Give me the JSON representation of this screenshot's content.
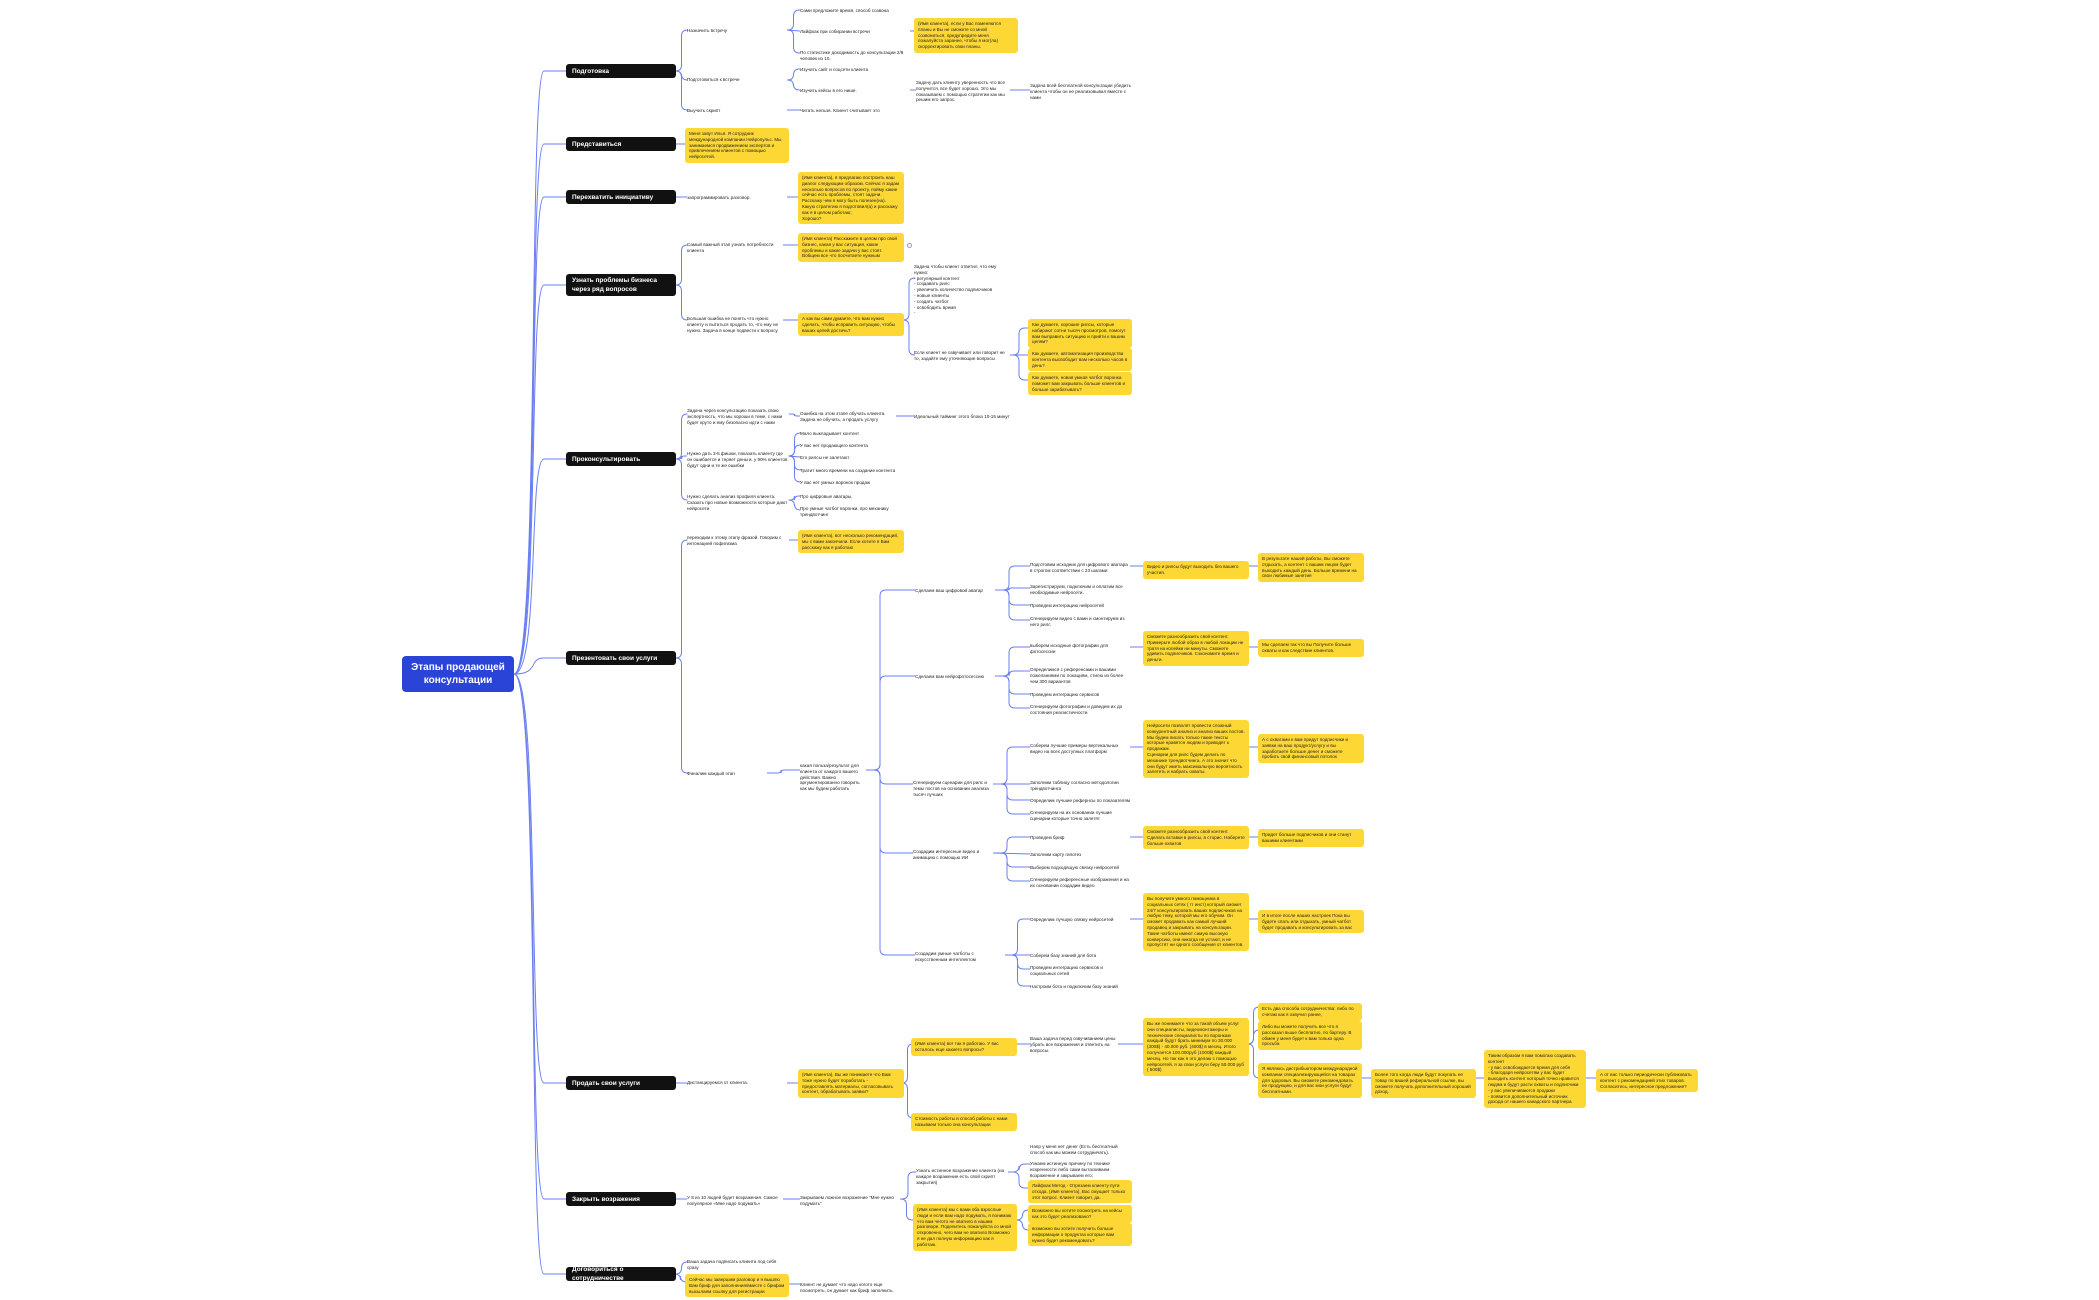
{
  "root": {
    "label": "Этапы продающей консультации"
  },
  "colors": {
    "root": "#2b44d8",
    "topic": "#111111",
    "note": "#fdd835",
    "edge": "#6b7ff0"
  },
  "topics": [
    {
      "label": "Подготовка"
    },
    {
      "label": "Представиться"
    },
    {
      "label": "Перехватить инициативу"
    },
    {
      "label": "Узнать проблемы бизнеса через ряд вопросов"
    },
    {
      "label": "Проконсультировать"
    },
    {
      "label": "Презентовать свои услуги"
    },
    {
      "label": "Продать свои услуги"
    },
    {
      "label": "Закрыть возражения"
    },
    {
      "label": "Договориться о сотрудничестве"
    }
  ],
  "nodes": {
    "p1": "Назначить встречу",
    "p2": "Подготовиться к встрече",
    "p3": "Выучить скрипт",
    "p1a": "Сами предложите время, способ созвона",
    "p1b": "Лайфхак при собирании встречи",
    "p1c": "По статистике доходимость до консультации 2/8 человек из 10.",
    "p1b_note": "(Имя клиента), если у Вас поменяются планы и Вы не сможете со мной созвониться, предупредите меня пожалуйста заранее, чтобы я мог(ла) скорректировать свои планы.",
    "p2a": "Изучить сайт и соцсети клиента",
    "p2b": "Изучить кейсы в его нише.",
    "p2b1": "Задачу дать клиенту уверенность что все получится, все будет хорошо. Это мы показываем с помощью стратегии как мы решим его запрос.",
    "p2b2": "Задача всей бесплатной консультации убедить клиента чтобы он ее реализовывал вместе с нами",
    "p3a": "Читать нельзя. Клиент считывает это",
    "intro_note": "Меня зовут Илья. Я сотрудник международной компании Нейропульс. Мы занимаемся продвижением экспертов и привлечением клиентов с помощью нейросетей.",
    "ini1": "запрограммировать разговор.",
    "ini_note": "(Имя клиента), я предлагаю построить наш диалог следующим образом. Сейчас я задам несколько вопросов по проекту, пойму какие сейчас есть проблемы, стоят задачи. Расскажу чем я могу быть полезен(на). Какую стратегию я подготовил(а) и расскажу как я в целом работаю;\nХорошо?",
    "pr1": "Самый важный этап узнать потребности клиента",
    "pr1_note": "(Имя клиента) Расскажите в целом про свой бизнес, какая у вас ситуация, какие проблемы и какие задачи у вас стоят. Вобщем все что посчитаете нужным",
    "pr2": "Большая ошибка не понять что нужно клиенту и пытаться продать то, что ему не нужно. Задача в конце подвести к вопросу",
    "pr2_note": "А как вы сами думаете, что вам нужно сделать, чтобы исправить ситуацию, чтобы ваших целей достичь?",
    "pr2a": "Задача чтобы клиент ответил, что ему нужно:\n- регулярный контент\n- создавать рилс\n- увеличить количество подписчиков\n- новые клиенты\n- создать чатбот\n- освободить время\n-",
    "pr2b": "Если клиент не озвучивает или говорит не то, задайте ему уточняющие вопросы",
    "pr2b1": "Как думаете, хорошие рилсы, которые набирают сотни тысяч просмотров, помогут вам выправить ситуацию и прийти к вашим целям?",
    "pr2b2": "Как думаете, автоматизация производства контента высвободит вам несколько часов в день?",
    "pr2b3": "Как думаете, новая умная чатбот воронка поможет вам закрывать больше клиентов и больше зарабатывать?",
    "c1": "Задача через консультацию показать свою экспертность, что мы хороши в теме, с нами будет круто и ему безопасно идти с нами",
    "c1a": "Ошибка на этом этапе обучать клиента. Задача не обучить, а продать услугу",
    "c1a1": "Идеальный тайминг этого блока 10-15 минут",
    "c2": "Нужно дать 3-5 фишки, показать клиенту где он ошибается и теряет деньги. у 90% клиентов будут одни и те же ошибки",
    "c2a": "Мало выкладывает контент",
    "c2b": "У вас нет продающего контента",
    "c2c": "Его рилсы не залетают",
    "c2d": "Тратит много времени на создание контента",
    "c2e": "У вас нет умных воронок продаж",
    "c3": "Нужно сделать анализ профиля клиента. Сказать про новые возможности которые дают нейросети",
    "c3a": "Про цифровые аватары,",
    "c3b": "Про умные чатбот воронки, про механику трендвотчинг",
    "s1": "переходим к этому этапу фразой. Говорим с интонацией пофигизма",
    "s1_note": "(Имя клиента), вот несколько рекомендаций, мы с вами закончили. Если хотите я Вам расскажу как я работаю",
    "s2": "Финалим каждый этап",
    "s2a": "какая польза/результат для клиента от каждого вашего действия. Важно аргументированно говорить как мы будем работать",
    "sv1": "Сделаем ваш цифровой аватар",
    "sv1a": "Подготовим исходник для цифрового аватара в строгом соответствии с 23 шагами",
    "sv1b": "Зарегистрируем, подключим и оплатим все необходимые нейросети.",
    "sv1c": "Проведем интеграцию нейросетей",
    "sv1d": "Сгенерируем видео с вами и смонтируем из него рилс",
    "sv1_note": "Видео и рилсы будут выходить без вашего участия.",
    "sv1_note2": "В результате нашей работы, Вы сможете отдыхать, а контент с вашим лицом будет выходить каждый день. Больше времени на свои любимые занятия",
    "sv2": "Сделаем вам нейрофотосессию",
    "sv2a": "выберем исходные фотографии для фотосессии",
    "sv2b": "Определимся с референсами и вашими пожеланиями по локациям, стилю из более чем 300 вариантов",
    "sv2c": "Проведем интеграцию сервисов",
    "sv2d": "Сгенерируем фотографии и доведем их до состояния реалистичности",
    "sv2_note": "Сможете разнообразить свой контент. Примерьте любой образ в любой локации не тратя на копейки ни минуты. Сможете удивить подписчиков. Сэкономите время и деньги.",
    "sv2_note2": "Мы сделаем так что вы Получите больше охваты и как следствие клиентов.",
    "sv3": "Сгенерируем сценарии для рилс и темы постов на основании анализа тысяч лучших",
    "sv3a": "Соберем лучшие примеры вертикальных видео на всех доступных платформ",
    "sv3b": "Заполним таблицу согласно методологии трендвотчинга",
    "sv3c": "Определим лучшие рефернсы по показателям",
    "sv3d": "Сгенерируем на их основании лучшие сценарии которые точно залетят",
    "sv3_note": "Нейросети позволят провести сложный конкурентный анализ и анализ ваших постов. Мы будем писать только такие тексты которые нравятся людям и приводят к продажам.\nСценарии для рилс будем делать по механике трендвотчинга. А это значит что они будут иметь максимальную вероятность залететь и набрать охваты.",
    "sv3_note2": "А с охватами к вам придут подписчики и заявки на ваш продукт/услугу и вы заработаете больше денег и сможете пробить свой финансовый потолок",
    "sv4": "Создадим интересные видео и анимацию с помощью ИИ",
    "sv4a": "Проведем бриф",
    "sv4b": "Заполним карту гипотез",
    "sv4c": "Выберем подходящую связку нейросетей",
    "sv4d": "Сгенерируем референсные изображения и на их основании создадим видео",
    "sv4_note": "Сможете разнообразить свой контент. Сделать вставки в рилсы, в сторис. Наберете больше охватов",
    "sv4_note2": "Придет больше подписчиков и они станут вашими клиентами",
    "sv5": "Создадим умные чатботы с искусственным интеллектом",
    "sv5a": "Определим лучшую связку нейросетей",
    "sv5b": "Соберем базу знаний для бота",
    "sv5c": "Проведем интеграцию сервисов и социальных сетей",
    "sv5d": "Настроим бота и подключим базу знаний",
    "sv5_note": "Вы получите умного помощника в социальных сетях ( тг инст) который сможет 24/7 консультировать ваших подписчиков на любую тему, которой мы его обучим. Он сможет продавать как самый лучший продавец и закрывать на консультации. Такие чатботы имеют самую высокую конверсию, они никогда не устают, и не пропустят ни одного сообщения от клиентов.",
    "sv5_note2": "И в итоге после наших настроек Пока вы будете спать или отдыхать, умный чатбот будет продавать и консультировать за вас",
    "sell1": "Дистанцируемся от клиента.",
    "sell1_note": "(Имя клиента), Вы же понимаете что Вам тоже нужно будет поработать - предоставлять материалы, согласовывать контент, обрабатывать заявки?",
    "sell2_note": "(Имя клиента) вот так я работаю. У вас осталось еще какието вопросы?",
    "sell3_note": "Стоимость работы и способ работы с нами называем только она консультации",
    "sell2a": "Ваша задача перед озвучиванием цены убрать все возражения и ответить на вопросы.",
    "sell2b_note": "Вы же понимаете что за такой объем услуг они специалисты, видеомонтажеры и технические специалисты по воронкам каждый будут брать минимум по 30.000 (300$) - 40.000 руб. (400$) в месяц. Итого получается 100.000руб (1000$) каждый месяц. Но так как я это делаю с помощью нейросетей, я за свои услуги беру 50.000 руб ( 500$)",
    "sell2c1": "Есть два способа сотрудничества: либо по счетам как я озвучил ранее,",
    "sell2c2": "Либо вы можете получить все что я рассказал выше бесплатно, по бартеру. В обмен у меня будет к вам только одна просьба",
    "sell2c3": "Я являюсь дистрибьютором международной компании специализирующейся на товарах для здоровья. Вы сможете рекомендовать ее продукцию, и для вас мои услуги будут бесплатными.",
    "sell2c4": "Более того когда люди будут покупать ее товар по вашей реферальной ссылке, вы сможете получать дополнительный хороший доход.",
    "sell2c5": "Таким образом я вам помогаю создавать контент\n- у вас освобождается время для себя\n- благодаря нейросетям у вас будет выходить контент который точно нравится людям и будут расти охваты и подписчики\n- у вас увеличиваются продажи\n- появится дополнительный источник дохода от нашего канадского партнера",
    "sell2c6": "А от вас только периодически публиковать контент с рекомендацией этих товаров. Согласитесь, интересное предложение?",
    "obj1": "У 8 из 10 людей будет возражения. Самое популярное «Мне надо подумать»",
    "obj1a": "Закрываем ложное возражение \"Мне нужно подумать\"",
    "obj1b": "Узнать истинное возражение клиента (на каждое возражение есть свой скрипт закрытия)",
    "obj1b0": "Напр у меня нет денег (Есть бесплатный способ как мы можем сотрудничать).",
    "obj1b1": "Узнаем истинную причину по технике искренности либо сами вытаскиваем возражение и закрываем его;",
    "obj1b2": "Лайфхак Метод - Отрезаем клиенту пути отхода. (Имя клиента), Вас смущает только этот вопрос. Клиент говорит, да.",
    "obj1c": "(Имя клиента) мы с вами оба взрослые люди и если вам надо подумать, я понимаю что вам чегото не хватило в нашем разговоре. Поделитесь пожалуйста со мной откровенно, чего вам не хватило Возможно я не дал полную информацию как я работаю.",
    "obj1c1": "Возможно вы хотите посмотреть на кейсы как это будет реализовано?",
    "obj1c2": "возможно вы хотите получить больше информации о продуктах которые вам нужно будет рекомендовать?",
    "deal1": "Ваша задача подписать клиента под себя сразу",
    "deal2": "Сейчас мы завершим разговор и я вышлю Вам бриф для заполнения/вместе с брифом высылаем ссылку для регистрации",
    "deal2a": "Клиент не думает что надо когото еще посмотреть, он думает как бриф заполнить."
  }
}
